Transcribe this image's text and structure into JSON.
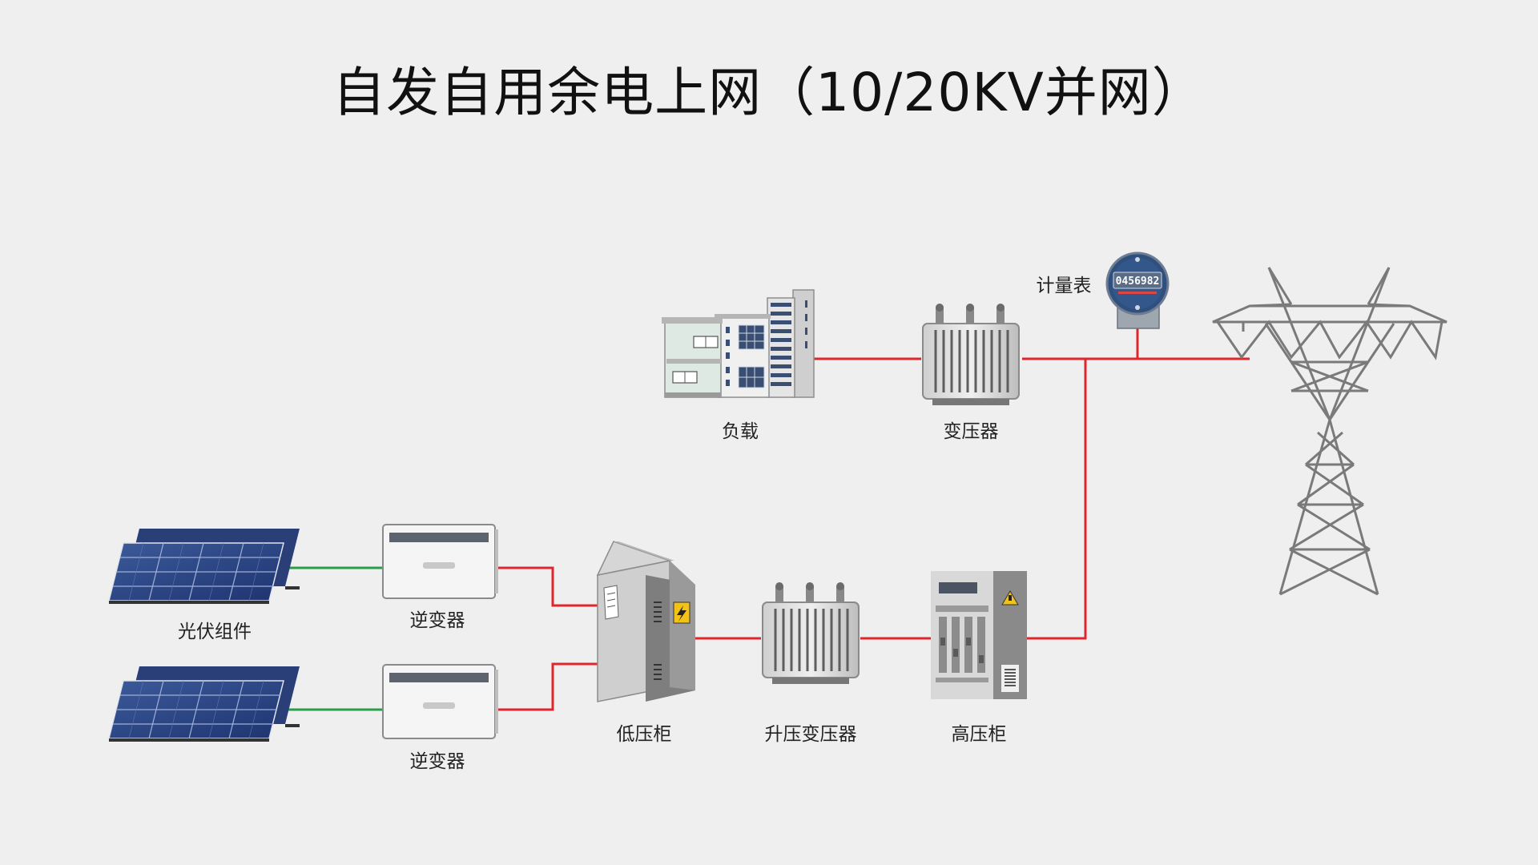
{
  "title": "自发自用余电上网（10/20KV并网）",
  "labels": {
    "pv_modules": "光伏组件",
    "inverter_top": "逆变器",
    "inverter_bottom": "逆变器",
    "low_voltage_cabinet": "低压柜",
    "step_up_transformer": "升压变压器",
    "high_voltage_cabinet": "高压柜",
    "load": "负载",
    "transformer": "变压器",
    "meter": "计量表"
  },
  "meter_reading": "0456982",
  "colors": {
    "ac_line": "#e0262d",
    "dc_line": "#2a9d4a",
    "background": "#efefef"
  }
}
